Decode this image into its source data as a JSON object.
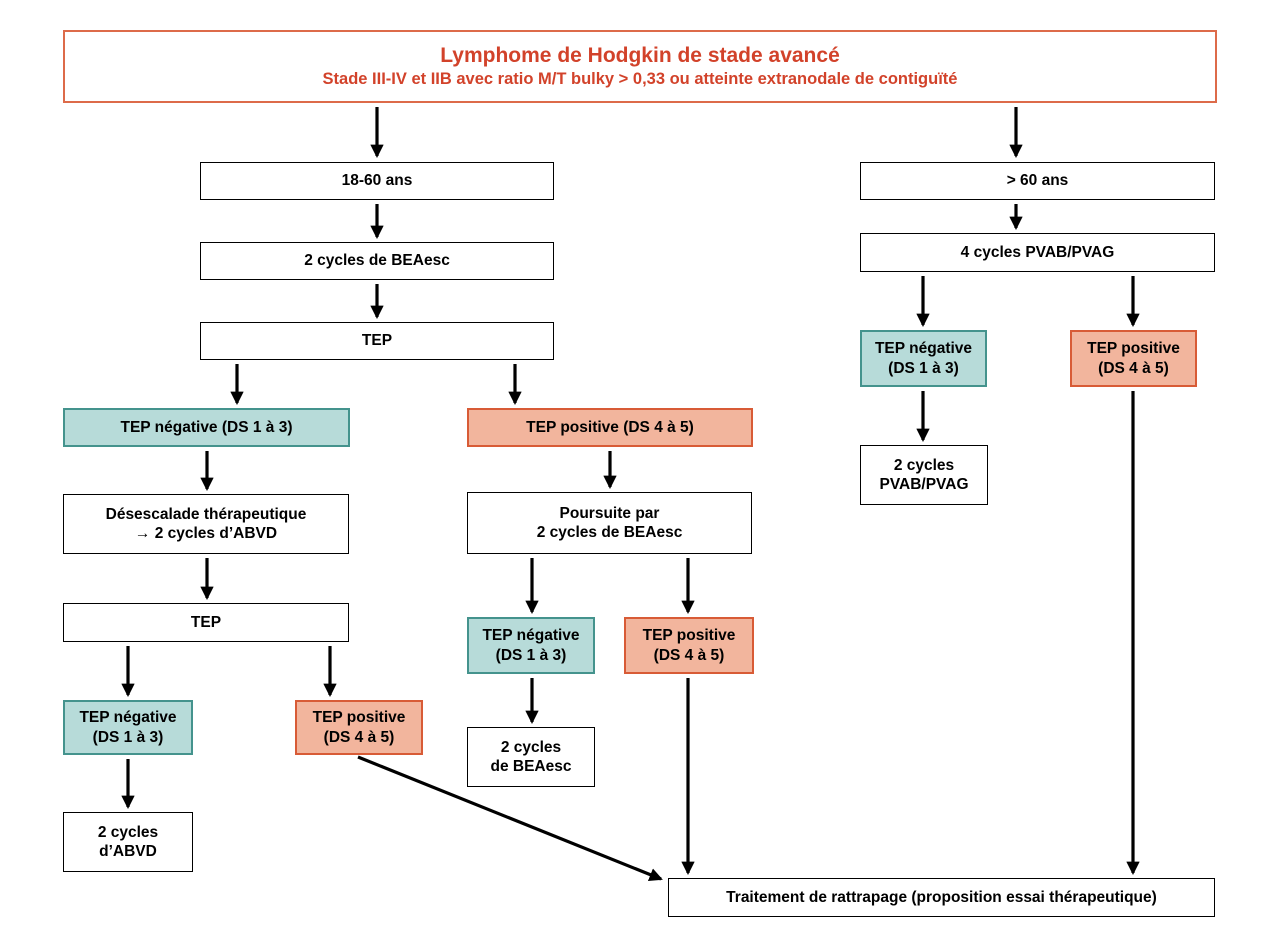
{
  "colors": {
    "accent_red": "#d2422a",
    "title_border": "#dd6b4a",
    "teal_fill": "#b7dbd9",
    "teal_border": "#44938d",
    "orange_fill": "#f2b59d",
    "orange_border": "#d85b36",
    "box_border": "#000000",
    "arrow": "#000000"
  },
  "header": {
    "title": "Lymphome de Hodgkin de stade avancé",
    "subtitle": "Stade III-IV et IIB avec ratio M/T bulky > 0,33 ou atteinte extranodale de contiguïté"
  },
  "branch_young": {
    "age": "18-60 ans",
    "induction": "2 cycles de BEAesc",
    "tep1": "TEP",
    "tep_negative_wide": "TEP négative (DS 1 à 3)",
    "tep_positive_wide": "TEP positive (DS 4 à 5)",
    "deescalation": "Désescalade thérapeutique\n→ 2 cycles d’ABVD",
    "tep2": "TEP",
    "tep_negative_small": "TEP négative\n(DS 1 à 3)",
    "tep_positive_small": "TEP positive\n(DS 4 à 5)",
    "abvd_final": "2 cycles\nd’ABVD",
    "continuation": "Poursuite par\n2 cycles de BEAesc",
    "beaesc_final": "2 cycles\nde BEAesc"
  },
  "branch_old": {
    "age": "> 60 ans",
    "induction": "4 cycles PVAB/PVAG",
    "tep_negative_small": "TEP négative\n(DS 1 à 3)",
    "tep_positive_small": "TEP positive\n(DS 4 à 5)",
    "pvab_final": "2 cycles\nPVAB/PVAG"
  },
  "salvage": "Traitement de rattrapage (proposition essai thérapeutique)"
}
